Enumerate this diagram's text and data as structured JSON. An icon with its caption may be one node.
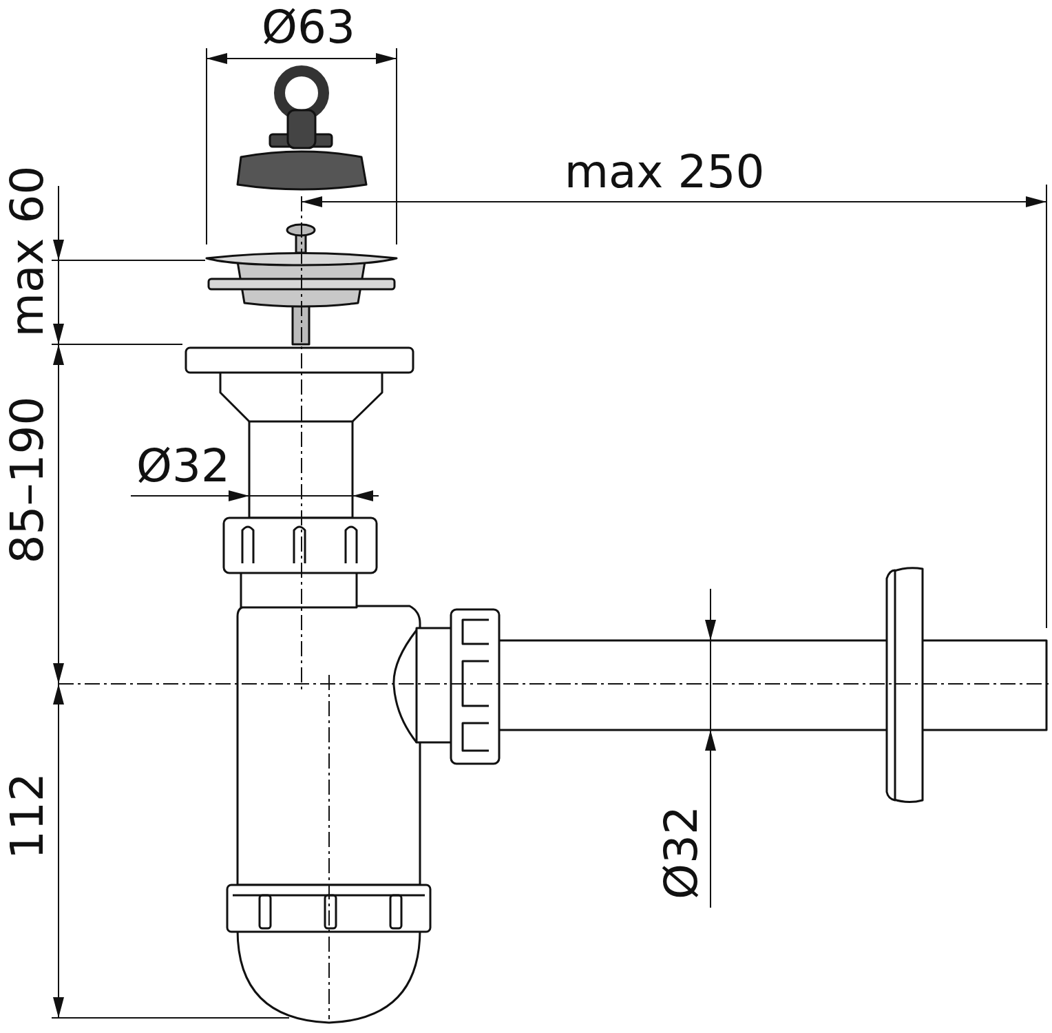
{
  "diagram": {
    "labels": [
      "Ø63",
      "max 250",
      "max 60",
      "85–190",
      "Ø32",
      "112",
      "Ø32"
    ]
  }
}
